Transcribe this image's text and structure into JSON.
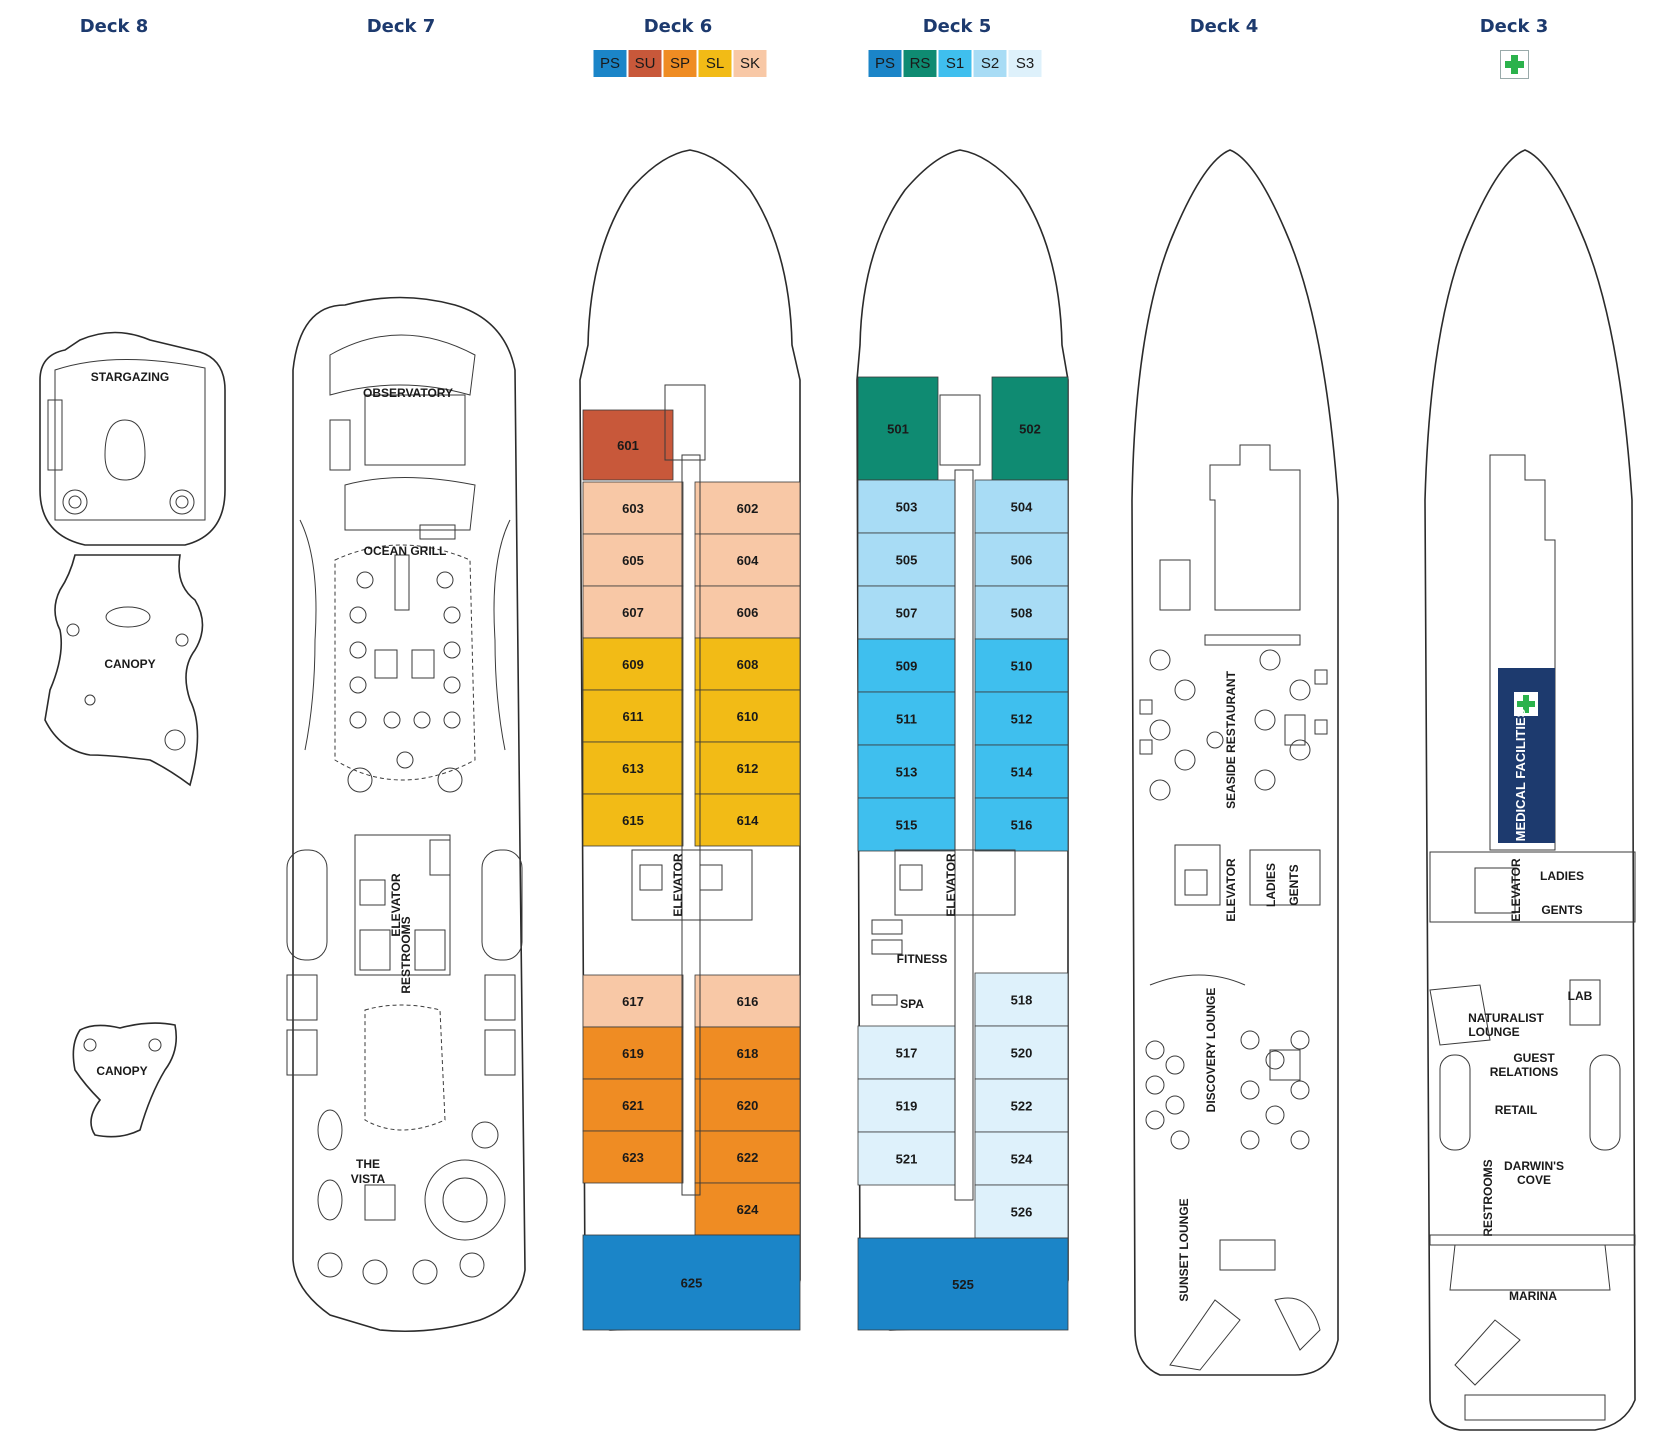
{
  "decks": [
    {
      "id": "deck8",
      "title": "Deck 8"
    },
    {
      "id": "deck7",
      "title": "Deck 7"
    },
    {
      "id": "deck6",
      "title": "Deck 6"
    },
    {
      "id": "deck5",
      "title": "Deck 5"
    },
    {
      "id": "deck4",
      "title": "Deck 4"
    },
    {
      "id": "deck3",
      "title": "Deck 3"
    }
  ],
  "colors": {
    "PS": "#1b85c8",
    "SU": "#c8583a",
    "SP": "#ef8c23",
    "SL": "#f2bb16",
    "SK": "#f8c8a6",
    "RS": "#0f8b72",
    "S1": "#3fbfee",
    "S2": "#a8dcf5",
    "S3": "#def1fb",
    "navy": "#1d3a6e",
    "medical_green": "#2bb24c"
  },
  "legend6": [
    "PS",
    "SU",
    "SP",
    "SL",
    "SK"
  ],
  "legend5": [
    "PS",
    "RS",
    "S1",
    "S2",
    "S3"
  ],
  "deck8_labels": {
    "stargazing": "STARGAZING",
    "canopy_a": "CANOPY",
    "canopy_b": "CANOPY"
  },
  "deck7_labels": {
    "observatory": "OBSERVATORY",
    "ocean_grill": "OCEAN GRILL",
    "elevator": "ELEVATOR",
    "restrooms": "RESTROOMS",
    "the": "THE",
    "vista": "VISTA"
  },
  "deck6": {
    "elevator": "ELEVATOR",
    "cabins": [
      {
        "num": "601",
        "cat": "SU"
      },
      {
        "num": "603",
        "cat": "SK"
      },
      {
        "num": "602",
        "cat": "SK"
      },
      {
        "num": "605",
        "cat": "SK"
      },
      {
        "num": "604",
        "cat": "SK"
      },
      {
        "num": "607",
        "cat": "SK"
      },
      {
        "num": "606",
        "cat": "SK"
      },
      {
        "num": "609",
        "cat": "SL"
      },
      {
        "num": "608",
        "cat": "SL"
      },
      {
        "num": "611",
        "cat": "SL"
      },
      {
        "num": "610",
        "cat": "SL"
      },
      {
        "num": "613",
        "cat": "SL"
      },
      {
        "num": "612",
        "cat": "SL"
      },
      {
        "num": "615",
        "cat": "SL"
      },
      {
        "num": "614",
        "cat": "SL"
      },
      {
        "num": "617",
        "cat": "SK"
      },
      {
        "num": "616",
        "cat": "SK"
      },
      {
        "num": "619",
        "cat": "SP"
      },
      {
        "num": "618",
        "cat": "SP"
      },
      {
        "num": "621",
        "cat": "SP"
      },
      {
        "num": "620",
        "cat": "SP"
      },
      {
        "num": "623",
        "cat": "SP"
      },
      {
        "num": "622",
        "cat": "SP"
      },
      {
        "num": "624",
        "cat": "SP"
      },
      {
        "num": "625",
        "cat": "PS"
      }
    ]
  },
  "deck5": {
    "elevator": "ELEVATOR",
    "fitness": "FITNESS",
    "spa": "SPA",
    "cabins": [
      {
        "num": "501",
        "cat": "RS"
      },
      {
        "num": "502",
        "cat": "RS"
      },
      {
        "num": "503",
        "cat": "S2"
      },
      {
        "num": "504",
        "cat": "S2"
      },
      {
        "num": "505",
        "cat": "S2"
      },
      {
        "num": "506",
        "cat": "S2"
      },
      {
        "num": "507",
        "cat": "S2"
      },
      {
        "num": "508",
        "cat": "S2"
      },
      {
        "num": "509",
        "cat": "S1"
      },
      {
        "num": "510",
        "cat": "S1"
      },
      {
        "num": "511",
        "cat": "S1"
      },
      {
        "num": "512",
        "cat": "S1"
      },
      {
        "num": "513",
        "cat": "S1"
      },
      {
        "num": "514",
        "cat": "S1"
      },
      {
        "num": "515",
        "cat": "S1"
      },
      {
        "num": "516",
        "cat": "S1"
      },
      {
        "num": "518",
        "cat": "S3"
      },
      {
        "num": "517",
        "cat": "S3"
      },
      {
        "num": "520",
        "cat": "S3"
      },
      {
        "num": "519",
        "cat": "S3"
      },
      {
        "num": "522",
        "cat": "S3"
      },
      {
        "num": "521",
        "cat": "S3"
      },
      {
        "num": "524",
        "cat": "S3"
      },
      {
        "num": "526",
        "cat": "S3"
      },
      {
        "num": "525",
        "cat": "PS"
      }
    ]
  },
  "deck4_labels": {
    "seaside": "SEASIDE RESTAURANT",
    "elevator": "ELEVATOR",
    "ladies": "LADIES",
    "gents": "GENTS",
    "discovery": "DISCOVERY LOUNGE",
    "sunset": "SUNSET LOUNGE"
  },
  "deck3_labels": {
    "medical": "MEDICAL FACILITIES",
    "elevator": "ELEVATOR",
    "ladies": "LADIES",
    "gents": "GENTS",
    "lab": "LAB",
    "naturalist_1": "NATURALIST",
    "naturalist_2": "LOUNGE",
    "guest_1": "GUEST",
    "guest_2": "RELATIONS",
    "retail": "RETAIL",
    "darwin_1": "DARWIN'S",
    "darwin_2": "COVE",
    "restrooms": "RESTROOMS",
    "marina": "MARINA"
  }
}
